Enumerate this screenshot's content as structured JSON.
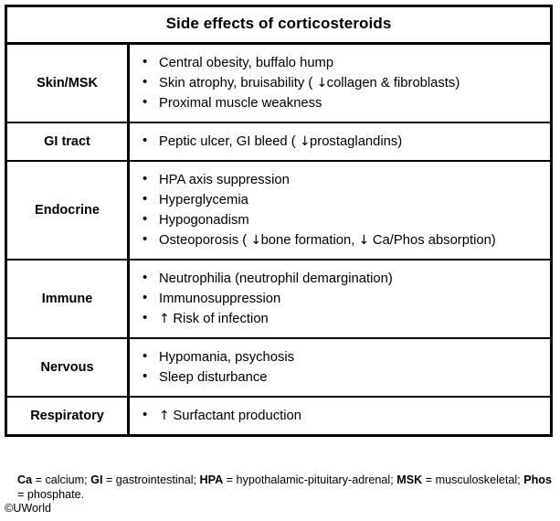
{
  "title": "Side effects of corticosteroids",
  "rows": [
    {
      "category": "Skin/MSK",
      "items": [
        "Central obesity, buffalo hump",
        "Skin atrophy, bruisability ( ↓collagen & fibroblasts)",
        "Proximal muscle weakness"
      ]
    },
    {
      "category": "GI tract",
      "items": [
        "Peptic ulcer, GI bleed ( ↓prostaglandins)"
      ]
    },
    {
      "category": "Endocrine",
      "items": [
        "HPA axis suppression",
        "Hyperglycemia",
        "Hypogonadism",
        "Osteoporosis ( ↓bone formation, ↓ Ca/Phos absorption)"
      ]
    },
    {
      "category": "Immune",
      "items": [
        "Neutrophilia (neutrophil demargination)",
        "Immunosuppression",
        "↑ Risk of infection"
      ]
    },
    {
      "category": "Nervous",
      "items": [
        "Hypomania, psychosis",
        "Sleep disturbance"
      ]
    },
    {
      "category": "Respiratory",
      "items": [
        "↑ Surfactant production"
      ]
    }
  ],
  "footnote": {
    "abbreviations": [
      {
        "term": "Ca",
        "definition": " = calcium; "
      },
      {
        "term": "GI",
        "definition": " = gastrointestinal; "
      },
      {
        "term": "HPA",
        "definition": " = hypothalamic-pituitary-adrenal; "
      },
      {
        "term": "MSK",
        "definition": " = musculoskeletal; "
      },
      {
        "term": "Phos",
        "definition": " = phosphate."
      }
    ]
  },
  "copyright": "©UWorld",
  "colors": {
    "border": "#000000",
    "text": "#000000",
    "background": "#ffffff"
  }
}
